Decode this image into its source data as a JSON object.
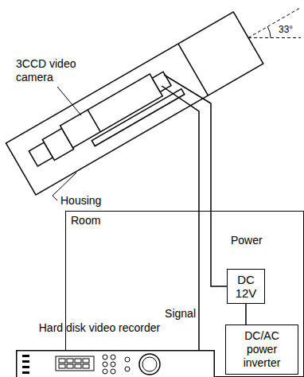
{
  "diagram": {
    "nodes": [
      {
        "text": [
          "Room"
        ]
      },
      {
        "text": [
          "DC 12V"
        ],
        "in": 0
      },
      {
        "text": [
          "Hard disk video recorder"
        ],
        "in": 0
      },
      {
        "text": [
          "DC/AC power inverter"
        ],
        "in": 0
      }
    ],
    "edges": [
      {
        "from": 1,
        "to": 3,
        "arrow": "none"
      }
    ],
    "labels": [
      "3CCD video camera",
      "Housing",
      "33°",
      "Power",
      "Signal"
    ]
  }
}
